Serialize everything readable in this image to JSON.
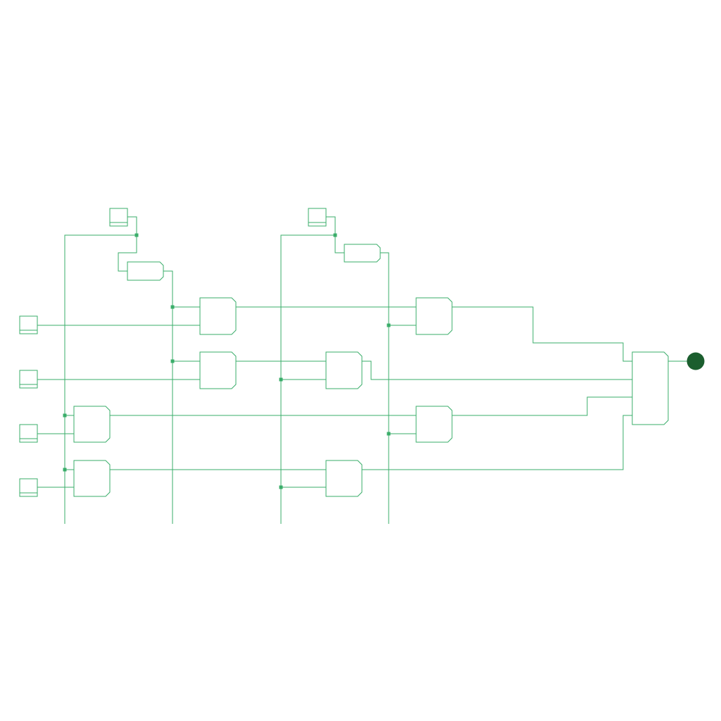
{
  "colors": {
    "wire": "#3aad6a",
    "output": "#1b5e2e",
    "background": "#ffffff"
  },
  "diagram": {
    "kind": "logic-circuit",
    "components": {
      "input_pins": 6,
      "not_gates": 2,
      "and_gates": 8,
      "or_gates": 1,
      "output_pins": 1
    }
  }
}
